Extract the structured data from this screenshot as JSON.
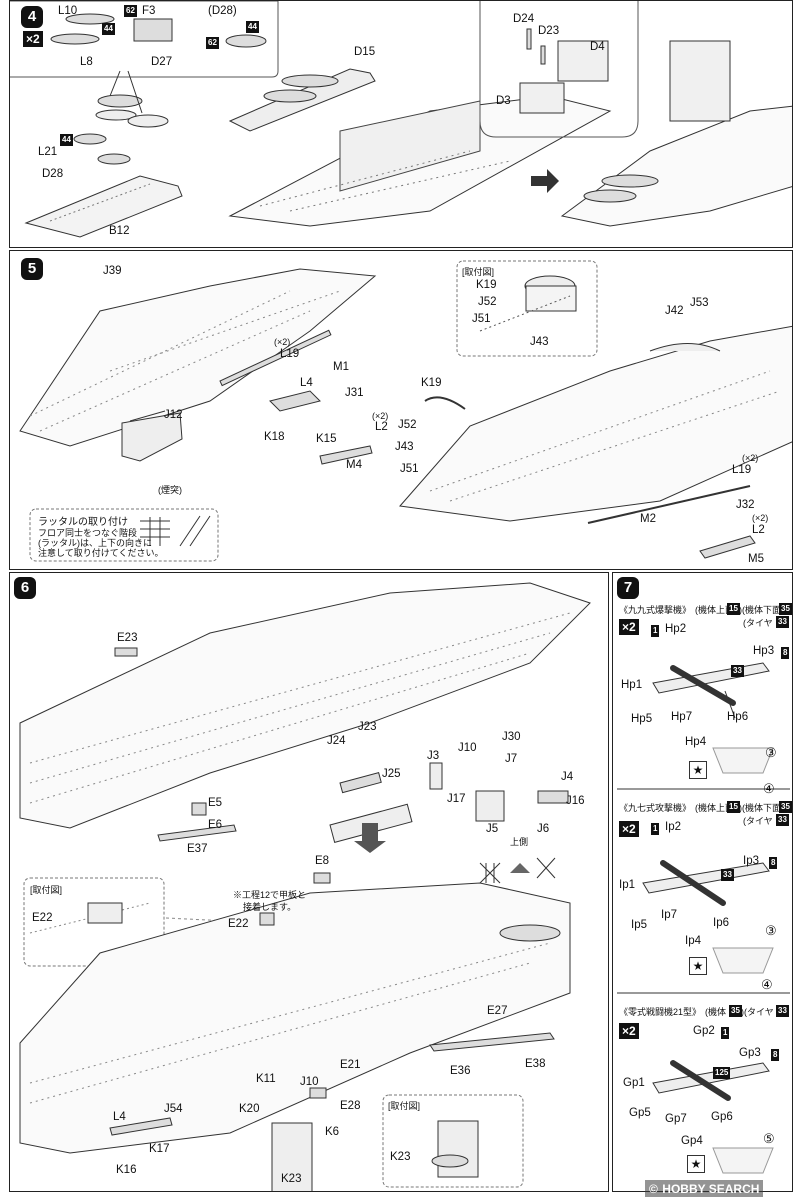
{
  "step4": {
    "number": "4",
    "labels": [
      "L10",
      "L8",
      "F3",
      "D27",
      "(D28)",
      "D15",
      "L21",
      "D28",
      "B12",
      "D24",
      "D23",
      "D4",
      "D3"
    ],
    "x2": "×2",
    "badges": [
      "44",
      "62",
      "44",
      "62",
      "44"
    ]
  },
  "step5": {
    "number": "5",
    "labels": [
      "J39",
      "J12",
      "L19",
      "M1",
      "L4",
      "J31",
      "L2",
      "K18",
      "K15",
      "M4",
      "K19",
      "J52",
      "J43",
      "J51",
      "J42",
      "J53",
      "L19",
      "M2",
      "J32",
      "L2",
      "M5"
    ],
    "notes": [
      "(×2)",
      "(×2)",
      "(×2)",
      "(×2)"
    ],
    "inset_title": "[取付図]",
    "inset_labels": [
      "K19",
      "J52",
      "J51",
      "J43"
    ],
    "funnel_label": "(煙突)",
    "ladder_title": "ラッタルの取り付け",
    "ladder_text_1": "フロア同士をつなぐ階段",
    "ladder_text_2": "(ラッタル)は、上下の向きに",
    "ladder_text_3": "注意して取り付けてください。"
  },
  "step6": {
    "number": "6",
    "labels": [
      "E23",
      "J23",
      "J24",
      "J25",
      "J3",
      "J10",
      "J30",
      "J7",
      "J17",
      "J4",
      "J16",
      "E5",
      "E6",
      "E37",
      "J5",
      "J6",
      "E8",
      "E22",
      "E27",
      "E38",
      "E36",
      "E21",
      "K11",
      "J10",
      "K20",
      "E28",
      "K6",
      "L4",
      "J54",
      "K17",
      "K16",
      "K23"
    ],
    "up_label": "上側",
    "inset1_title": "[取付図]",
    "inset1_label": "E22",
    "note_1": "※工程12で甲板と",
    "note_2": "接着します。",
    "inset2_title": "[取付図]",
    "inset2_label": "K23"
  },
  "step7": {
    "number": "7",
    "x2": "×2",
    "plane1_title": "《九九式爆撃機》",
    "plane1_info_a": "(機体上面",
    "plane1_info_b": "15",
    "plane1_info_c": ")(機体下面",
    "plane1_info_d": "35",
    "plane1_info_e": ")",
    "plane1_tire": "(タイヤ",
    "plane1_tire_num": "33",
    "plane1_labels": [
      "Hp2",
      "Hp3",
      "Hp1",
      "Hp5",
      "Hp7",
      "Hp6",
      "Hp4"
    ],
    "plane1_badges": [
      "1",
      "8",
      "33"
    ],
    "plane1_decals": [
      "③",
      "④"
    ],
    "plane2_title": "《九七式攻撃機》",
    "plane2_info_a": "(機体上面",
    "plane2_info_b": "15",
    "plane2_info_c": ")(機体下面",
    "plane2_info_d": "35",
    "plane2_info_e": ")",
    "plane2_tire": "(タイヤ",
    "plane2_tire_num": "33",
    "plane2_labels": [
      "Ip2",
      "Ip3",
      "Ip1",
      "Ip5",
      "Ip7",
      "Ip6",
      "Ip4"
    ],
    "plane2_badges": [
      "1",
      "8",
      "33"
    ],
    "plane2_decals": [
      "③",
      "④"
    ],
    "plane3_title": "《零式戦闘機21型》",
    "plane3_info_a": "(機体",
    "plane3_info_b": "35",
    "plane3_info_c": ")(タイヤ",
    "plane3_info_d": "33",
    "plane3_info_e": ")",
    "plane3_labels": [
      "Gp2",
      "Gp3",
      "Gp1",
      "Gp5",
      "Gp7",
      "Gp6",
      "Gp4"
    ],
    "plane3_badges": [
      "1",
      "8",
      "125"
    ],
    "plane3_decals": [
      "⑤"
    ]
  },
  "watermark": "HOBBY SEARCH",
  "watermark_copy": "©"
}
